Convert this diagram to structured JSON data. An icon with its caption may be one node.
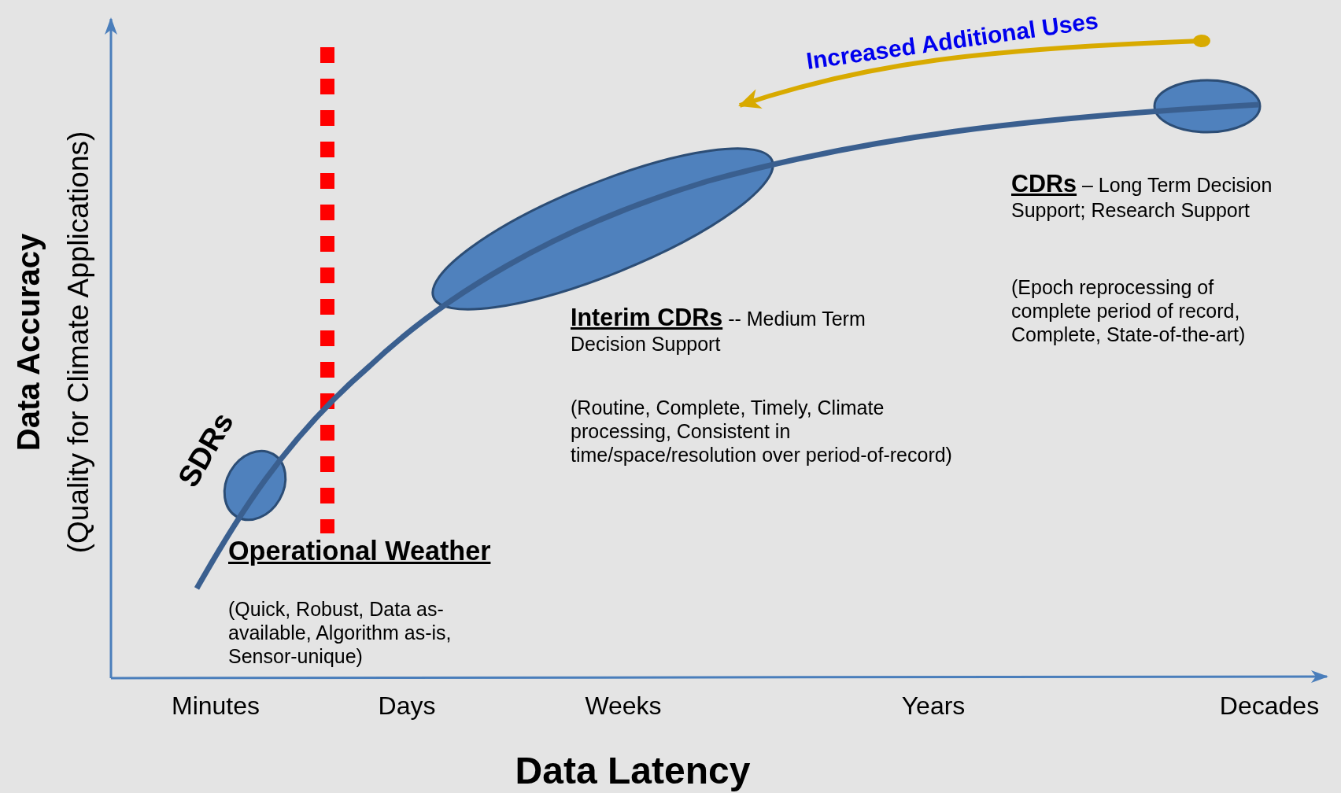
{
  "diagram": {
    "labels": [
      "Data Accuracy",
      "(Quality for Climate Applications)",
      "Increased Additional Uses",
      "SDRs",
      "**Operational Weather**",
      "(Quick, Robust, Data as-available, Algorithm as-is, Sensor-unique)",
      "**Interim CDRs**  -- Medium Term Decision Support",
      "(Routine, Complete, Timely, Climate processing, Consistent in time/space/resolution over period-of-record)",
      "**CDRs** – Long Term Decision Support; Research Support",
      "(Epoch reprocessing of complete period of record, Complete, State-of-the-art)",
      "Minutes",
      "Days",
      "Weeks",
      "Years",
      "Decades",
      "Data Latency"
    ]
  }
}
